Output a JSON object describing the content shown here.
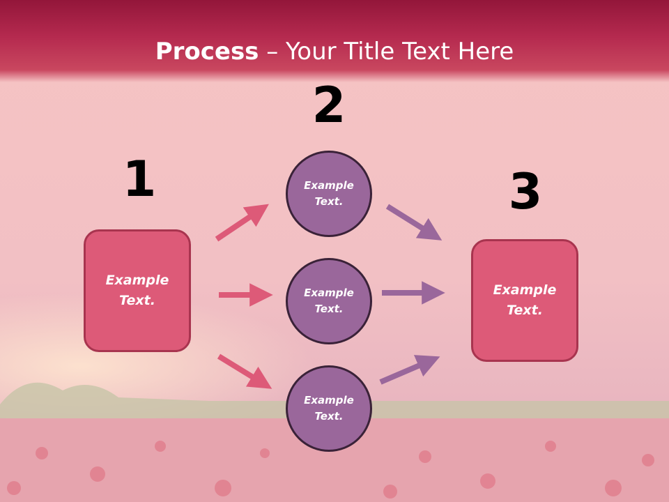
{
  "title": {
    "bold": "Process",
    "rest": " – Your Title Text Here"
  },
  "steps": [
    {
      "number": "1",
      "line1": "Example",
      "line2": "Text."
    },
    {
      "number": "2"
    },
    {
      "number": "3",
      "line1": "Example",
      "line2": "Text."
    }
  ],
  "circles": [
    {
      "line1": "Example",
      "line2": "Text."
    },
    {
      "line1": "Example",
      "line2": "Text."
    },
    {
      "line1": "Example",
      "line2": "Text."
    }
  ],
  "colors": {
    "title_band": "#b52a4f",
    "box_fill": "#dd5a78",
    "circle_fill": "#9a679b",
    "arrow_pink": "#dd5a78",
    "arrow_purple": "#9a679b"
  }
}
